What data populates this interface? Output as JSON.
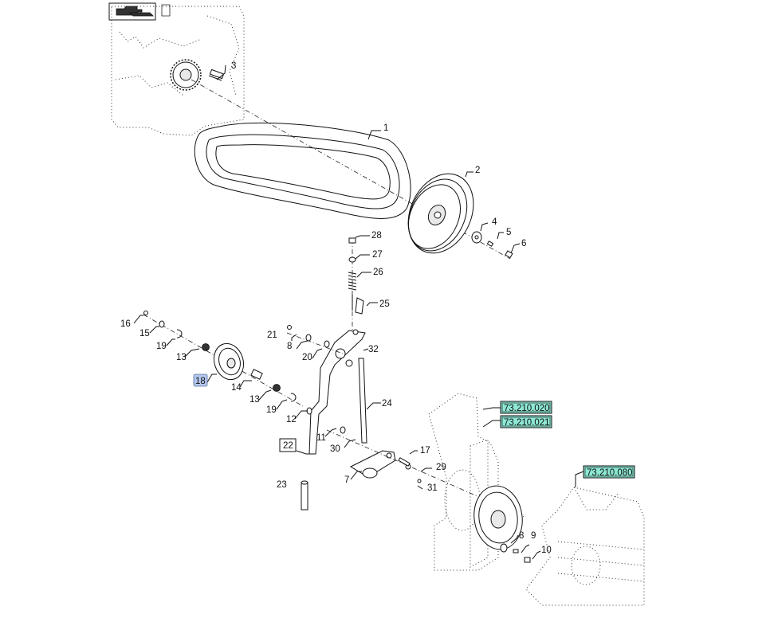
{
  "nav": {
    "back_icon": "hand-pointing-left-icon"
  },
  "callouts": [
    "1",
    "2",
    "3",
    "4",
    "5",
    "6",
    "7",
    "8",
    "9",
    "10",
    "11",
    "12",
    "13",
    "13",
    "14",
    "16",
    "15",
    "17",
    "18",
    "19",
    "19",
    "20",
    "21",
    "23",
    "24",
    "25",
    "26",
    "27",
    "28",
    "29",
    "30",
    "31",
    "32",
    "8"
  ],
  "boxed_label": "22",
  "highlighted_part": "18",
  "references": [
    {
      "text": "73.210.020"
    },
    {
      "text": "73.210.021"
    },
    {
      "text": "73.210.080"
    }
  ],
  "colors": {
    "reference_fill": "#8de8d4",
    "highlight_fill": "#b3c6ee",
    "line": "#111111"
  }
}
